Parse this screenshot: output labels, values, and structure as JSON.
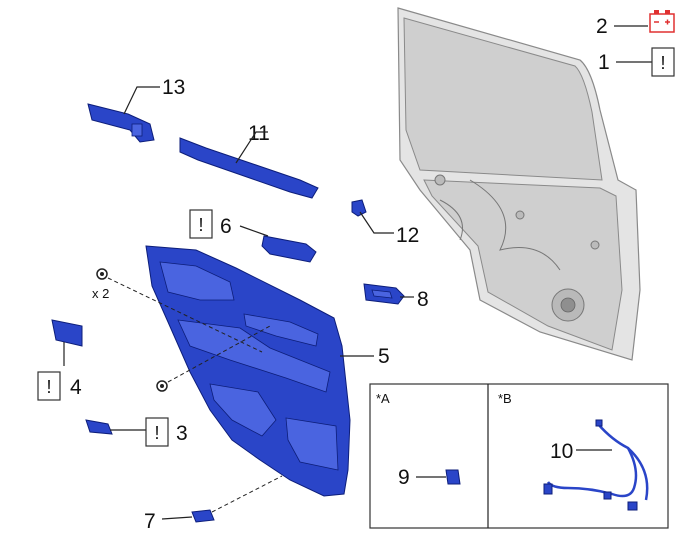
{
  "callouts": {
    "c1": "1",
    "c2": "2",
    "c3": "3",
    "c4": "4",
    "c5": "5",
    "c6": "6",
    "c7": "7",
    "c8": "8",
    "c9": "9",
    "c10": "10",
    "c11": "11",
    "c12": "12",
    "c13": "13"
  },
  "notice_symbol": "!",
  "quantity_label": "x 2",
  "views": {
    "a": "*A",
    "b": "*B"
  },
  "icons": [
    "battery-icon",
    "notice-icon"
  ],
  "colors": {
    "part_blue": "#2a45c8",
    "battery_red": "#e03030",
    "door_gray": "#e4e4e4"
  }
}
